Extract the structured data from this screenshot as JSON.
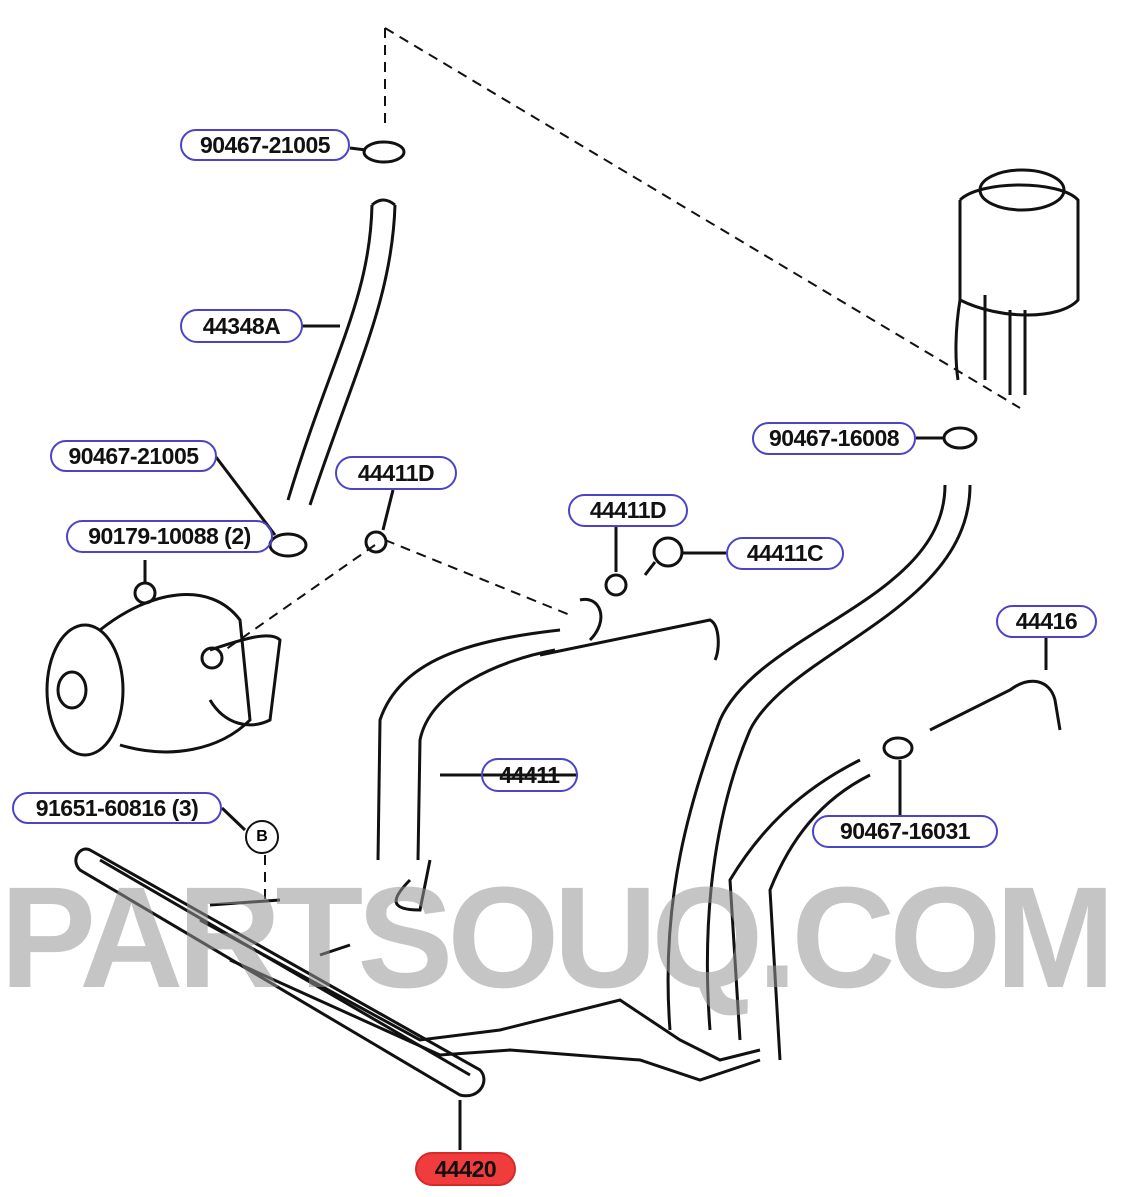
{
  "watermark": "PARTSOUQ.COM",
  "marker_b": "B",
  "callouts": [
    {
      "id": "clip-top",
      "label": "90467-21005"
    },
    {
      "id": "hose-44348a",
      "label": "44348A"
    },
    {
      "id": "clip-lower",
      "label": "90467-21005"
    },
    {
      "id": "bolt-pump",
      "label": "90179-10088 (2)"
    },
    {
      "id": "gasket-a",
      "label": "44411D"
    },
    {
      "id": "gasket-b",
      "label": "44411D"
    },
    {
      "id": "union-bolt",
      "label": "44411C"
    },
    {
      "id": "clip-reservoir",
      "label": "90467-16008"
    },
    {
      "id": "tube-44416",
      "label": "44416"
    },
    {
      "id": "hose-44411",
      "label": "44411"
    },
    {
      "id": "nut-b",
      "label": "91651-60816 (3)"
    },
    {
      "id": "clip-return",
      "label": "90467-16031"
    },
    {
      "id": "cooler-44420",
      "label": "44420",
      "highlighted": true
    }
  ],
  "colors": {
    "callout_border": "#4a44c8",
    "highlight": "#f03c3c"
  }
}
